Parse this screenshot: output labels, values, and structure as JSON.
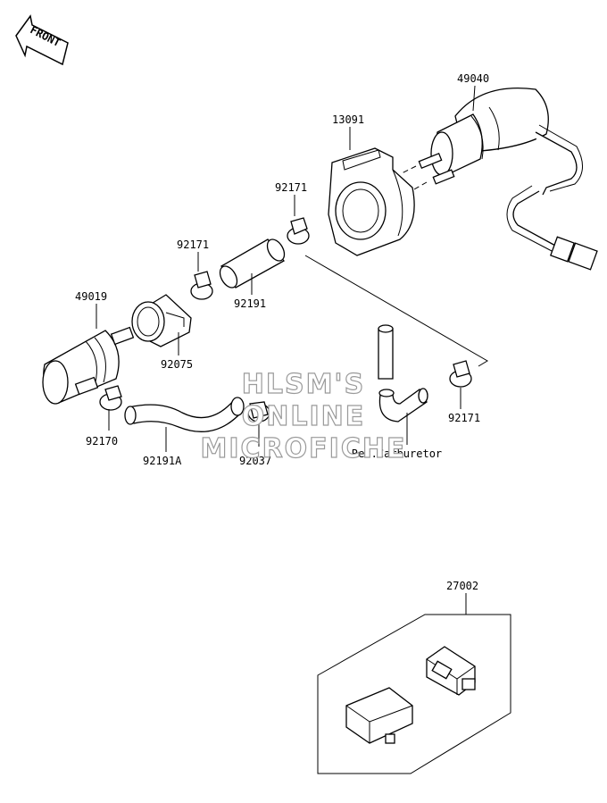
{
  "front_badge": "FRONT",
  "parts": [
    {
      "id": "p49040",
      "number": "49040"
    },
    {
      "id": "p13091",
      "number": "13091"
    },
    {
      "id": "p92171a",
      "number": "92171"
    },
    {
      "id": "p92171b",
      "number": "92171"
    },
    {
      "id": "p92191",
      "number": "92191"
    },
    {
      "id": "p49019",
      "number": "49019"
    },
    {
      "id": "p92075",
      "number": "92075"
    },
    {
      "id": "p92170",
      "number": "92170"
    },
    {
      "id": "p92191a",
      "number": "92191A"
    },
    {
      "id": "p92037",
      "number": "92037"
    },
    {
      "id": "p92171c",
      "number": "92171"
    },
    {
      "id": "p27002",
      "number": "27002"
    }
  ],
  "reference_note": "Ref.Carburetor",
  "watermark": [
    "HLSM'S",
    "ONLINE",
    "MICROFICHE"
  ]
}
